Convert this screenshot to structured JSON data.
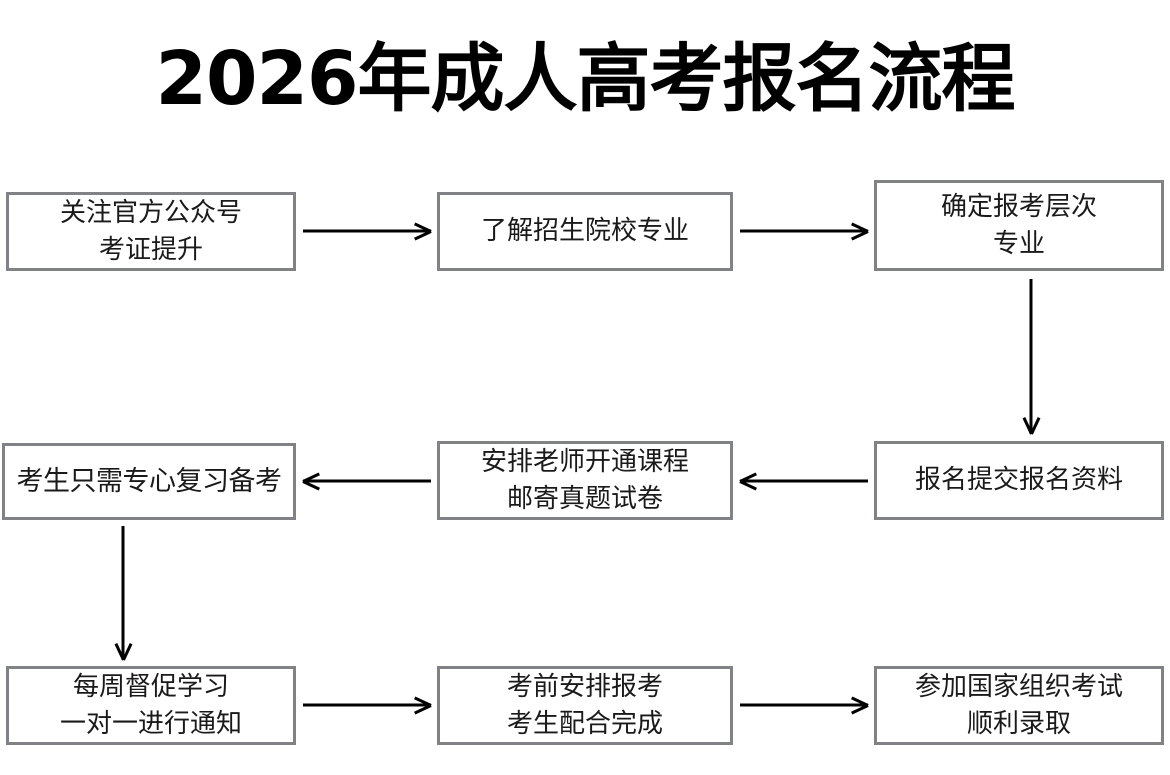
{
  "title": "2026年成人高考报名流程",
  "diagram": {
    "type": "flowchart",
    "boxes": [
      {
        "id": "follow-official-account",
        "lines": [
          "关注官方公众号",
          "考证提升"
        ],
        "row": 1,
        "col": 1
      },
      {
        "id": "learn-schools-majors",
        "lines": [
          "了解招生院校专业"
        ],
        "row": 1,
        "col": 2
      },
      {
        "id": "decide-level-major",
        "lines": [
          "确定报考层次",
          "专业"
        ],
        "row": 1,
        "col": 3
      },
      {
        "id": "candidate-focus-review",
        "lines": [
          "考生只需专心复习备考"
        ],
        "row": 2,
        "col": 1
      },
      {
        "id": "teacher-opens-course",
        "lines": [
          "安排老师开通课程",
          "邮寄真题试卷"
        ],
        "row": 2,
        "col": 2
      },
      {
        "id": "submit-application",
        "lines": [
          "报名提交报名资料"
        ],
        "row": 2,
        "col": 3
      },
      {
        "id": "weekly-study-reminder",
        "lines": [
          "每周督促学习",
          "一对一进行通知"
        ],
        "row": 3,
        "col": 1
      },
      {
        "id": "pre-exam-arrangement",
        "lines": [
          "考前安排报考",
          "考生配合完成"
        ],
        "row": 3,
        "col": 2
      },
      {
        "id": "take-national-exam",
        "lines": [
          "参加国家组织考试",
          "顺利录取"
        ],
        "row": 3,
        "col": 3
      }
    ],
    "connectors": [
      {
        "id": "arrow-r1-c1-to-c2",
        "from": "follow-official-account",
        "to": "learn-schools-majors",
        "direction": "right"
      },
      {
        "id": "arrow-r1-c2-to-c3",
        "from": "learn-schools-majors",
        "to": "decide-level-major",
        "direction": "right"
      },
      {
        "id": "arrow-r1-c3-to-r2-c3",
        "from": "decide-level-major",
        "to": "submit-application",
        "direction": "down"
      },
      {
        "id": "arrow-r2-c3-to-c2",
        "from": "submit-application",
        "to": "teacher-opens-course",
        "direction": "left"
      },
      {
        "id": "arrow-r2-c2-to-c1",
        "from": "teacher-opens-course",
        "to": "candidate-focus-review",
        "direction": "left"
      },
      {
        "id": "arrow-r2-c1-to-r3-c1",
        "from": "candidate-focus-review",
        "to": "weekly-study-reminder",
        "direction": "down"
      },
      {
        "id": "arrow-r3-c1-to-c2",
        "from": "weekly-study-reminder",
        "to": "pre-exam-arrangement",
        "direction": "right"
      },
      {
        "id": "arrow-r3-c2-to-c3",
        "from": "pre-exam-arrangement",
        "to": "take-national-exam",
        "direction": "right"
      }
    ],
    "colors": {
      "box_border": "#808286",
      "box_fill": "#ffffff",
      "text": "#1a1a1a",
      "arrow": "#000000",
      "title": "#000000",
      "background": "#ffffff"
    }
  }
}
